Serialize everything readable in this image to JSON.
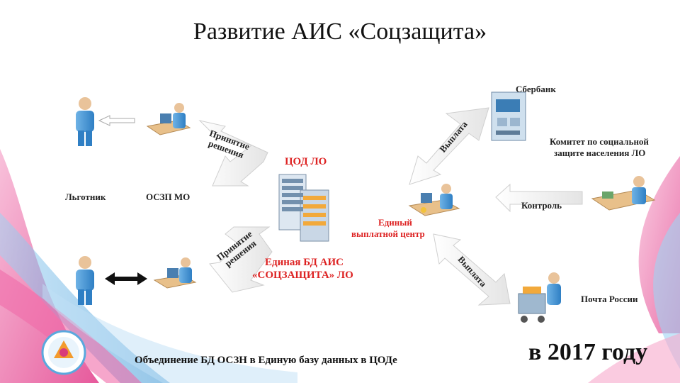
{
  "title": "Развитие АИС «Соцзащита»",
  "nodes": {
    "lgotnik": "Льготник",
    "oszn": "ОСЗП МО",
    "tsod": "ЦОД ЛО",
    "sberbank": "Сбербанк",
    "komitet_line1": "Комитет по социальной",
    "komitet_line2": "защите населения ЛО",
    "control": "Контроль",
    "evc_line1": "Единый",
    "evc_line2": "выплатной центр",
    "db_line1": "Единая БД АИС",
    "db_line2": "«СОЦЗАЩИТА» ЛО",
    "pochta": "Почта России"
  },
  "arrows": {
    "decision_top_line1": "Принятие",
    "decision_top_line2": "решения",
    "decision_bottom_line1": "Принятие",
    "decision_bottom_line2": "решения",
    "payment_top": "Выплата",
    "payment_bottom": "Выплата"
  },
  "footer": "Объединение  БД ОСЗН в Единую базу данных в ЦОДе",
  "year": "в 2017 году",
  "colors": {
    "accent_red": "#dd2222",
    "swoosh_pink": "#e83e8c",
    "swoosh_blue": "#4aa6dc"
  }
}
